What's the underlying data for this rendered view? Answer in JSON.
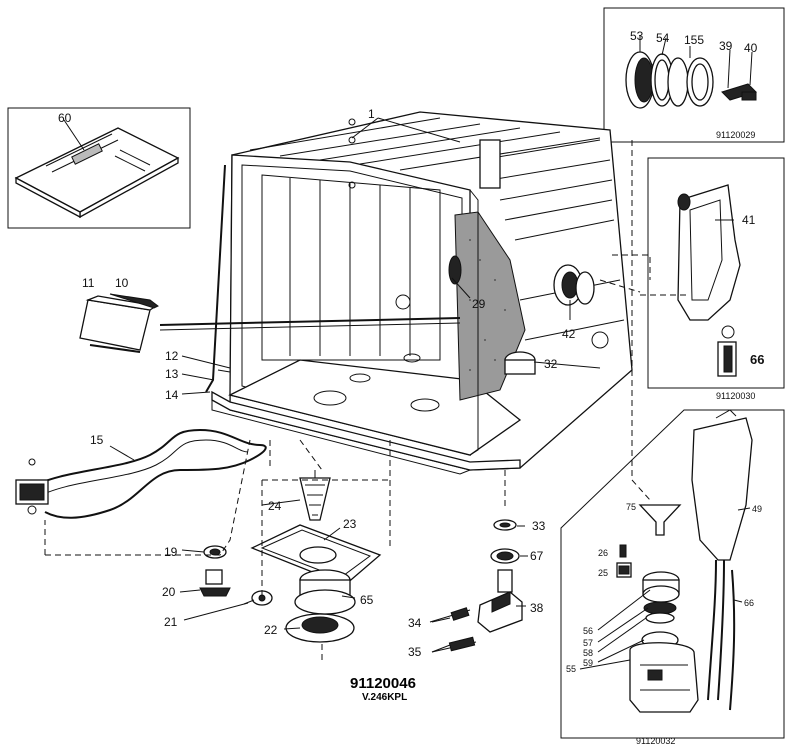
{
  "diagram": {
    "main_code": "91120046",
    "model": "V.246KPL",
    "inset_codes": {
      "top_right": "91120029",
      "right_middle": "91120030",
      "bottom_right": "91120032"
    },
    "labels": {
      "p1": "1",
      "p10": "10",
      "p11": "11",
      "p12": "12",
      "p13": "13",
      "p14": "14",
      "p15": "15",
      "p19": "19",
      "p20": "20",
      "p21": "21",
      "p22": "22",
      "p23": "23",
      "p24": "24",
      "p25": "25",
      "p26": "26",
      "p29": "29",
      "p32": "32",
      "p33": "33",
      "p34": "34",
      "p35": "35",
      "p38": "38",
      "p39": "39",
      "p40": "40",
      "p41": "41",
      "p42": "42",
      "p49": "49",
      "p53": "53",
      "p54": "54",
      "p55": "55",
      "p56": "56",
      "p57": "57",
      "p58": "58",
      "p59": "59",
      "p60": "60",
      "p65": "65",
      "p66a": "66",
      "p66b": "66",
      "p67": "67",
      "p75": "75",
      "p155": "155"
    }
  }
}
